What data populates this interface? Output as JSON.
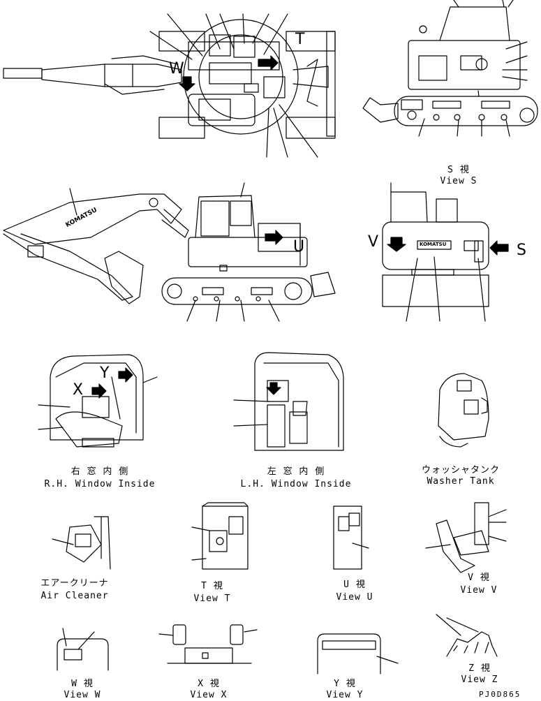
{
  "drawing_code": "PJ0D865",
  "callouts": {
    "S": "S",
    "T": "T",
    "U": "U",
    "V": "V",
    "W": "W",
    "X": "X",
    "Y": "Y"
  },
  "captions": {
    "view_s_jp": "S 視",
    "view_s_en": "View S",
    "rh_window_jp": "右 窓 内 側",
    "rh_window_en": "R.H. Window Inside",
    "lh_window_jp": "左 窓 内 側",
    "lh_window_en": "L.H. Window Inside",
    "washer_jp": "ウォッシャタンク",
    "washer_en": "Washer Tank",
    "air_jp": "エアークリーナ",
    "air_en": "Air Cleaner",
    "view_t_jp": "T 視",
    "view_t_en": "View T",
    "view_u_jp": "U 視",
    "view_u_en": "View U",
    "view_v_jp": "V 視",
    "view_v_en": "View V",
    "view_w_jp": "W 視",
    "view_w_en": "View W",
    "view_x_jp": "X 視",
    "view_x_en": "View X",
    "view_y_jp": "Y 視",
    "view_y_en": "View Y",
    "view_z_jp": "Z 視",
    "view_z_en": "View Z"
  },
  "brand_text": "KOMATSU"
}
